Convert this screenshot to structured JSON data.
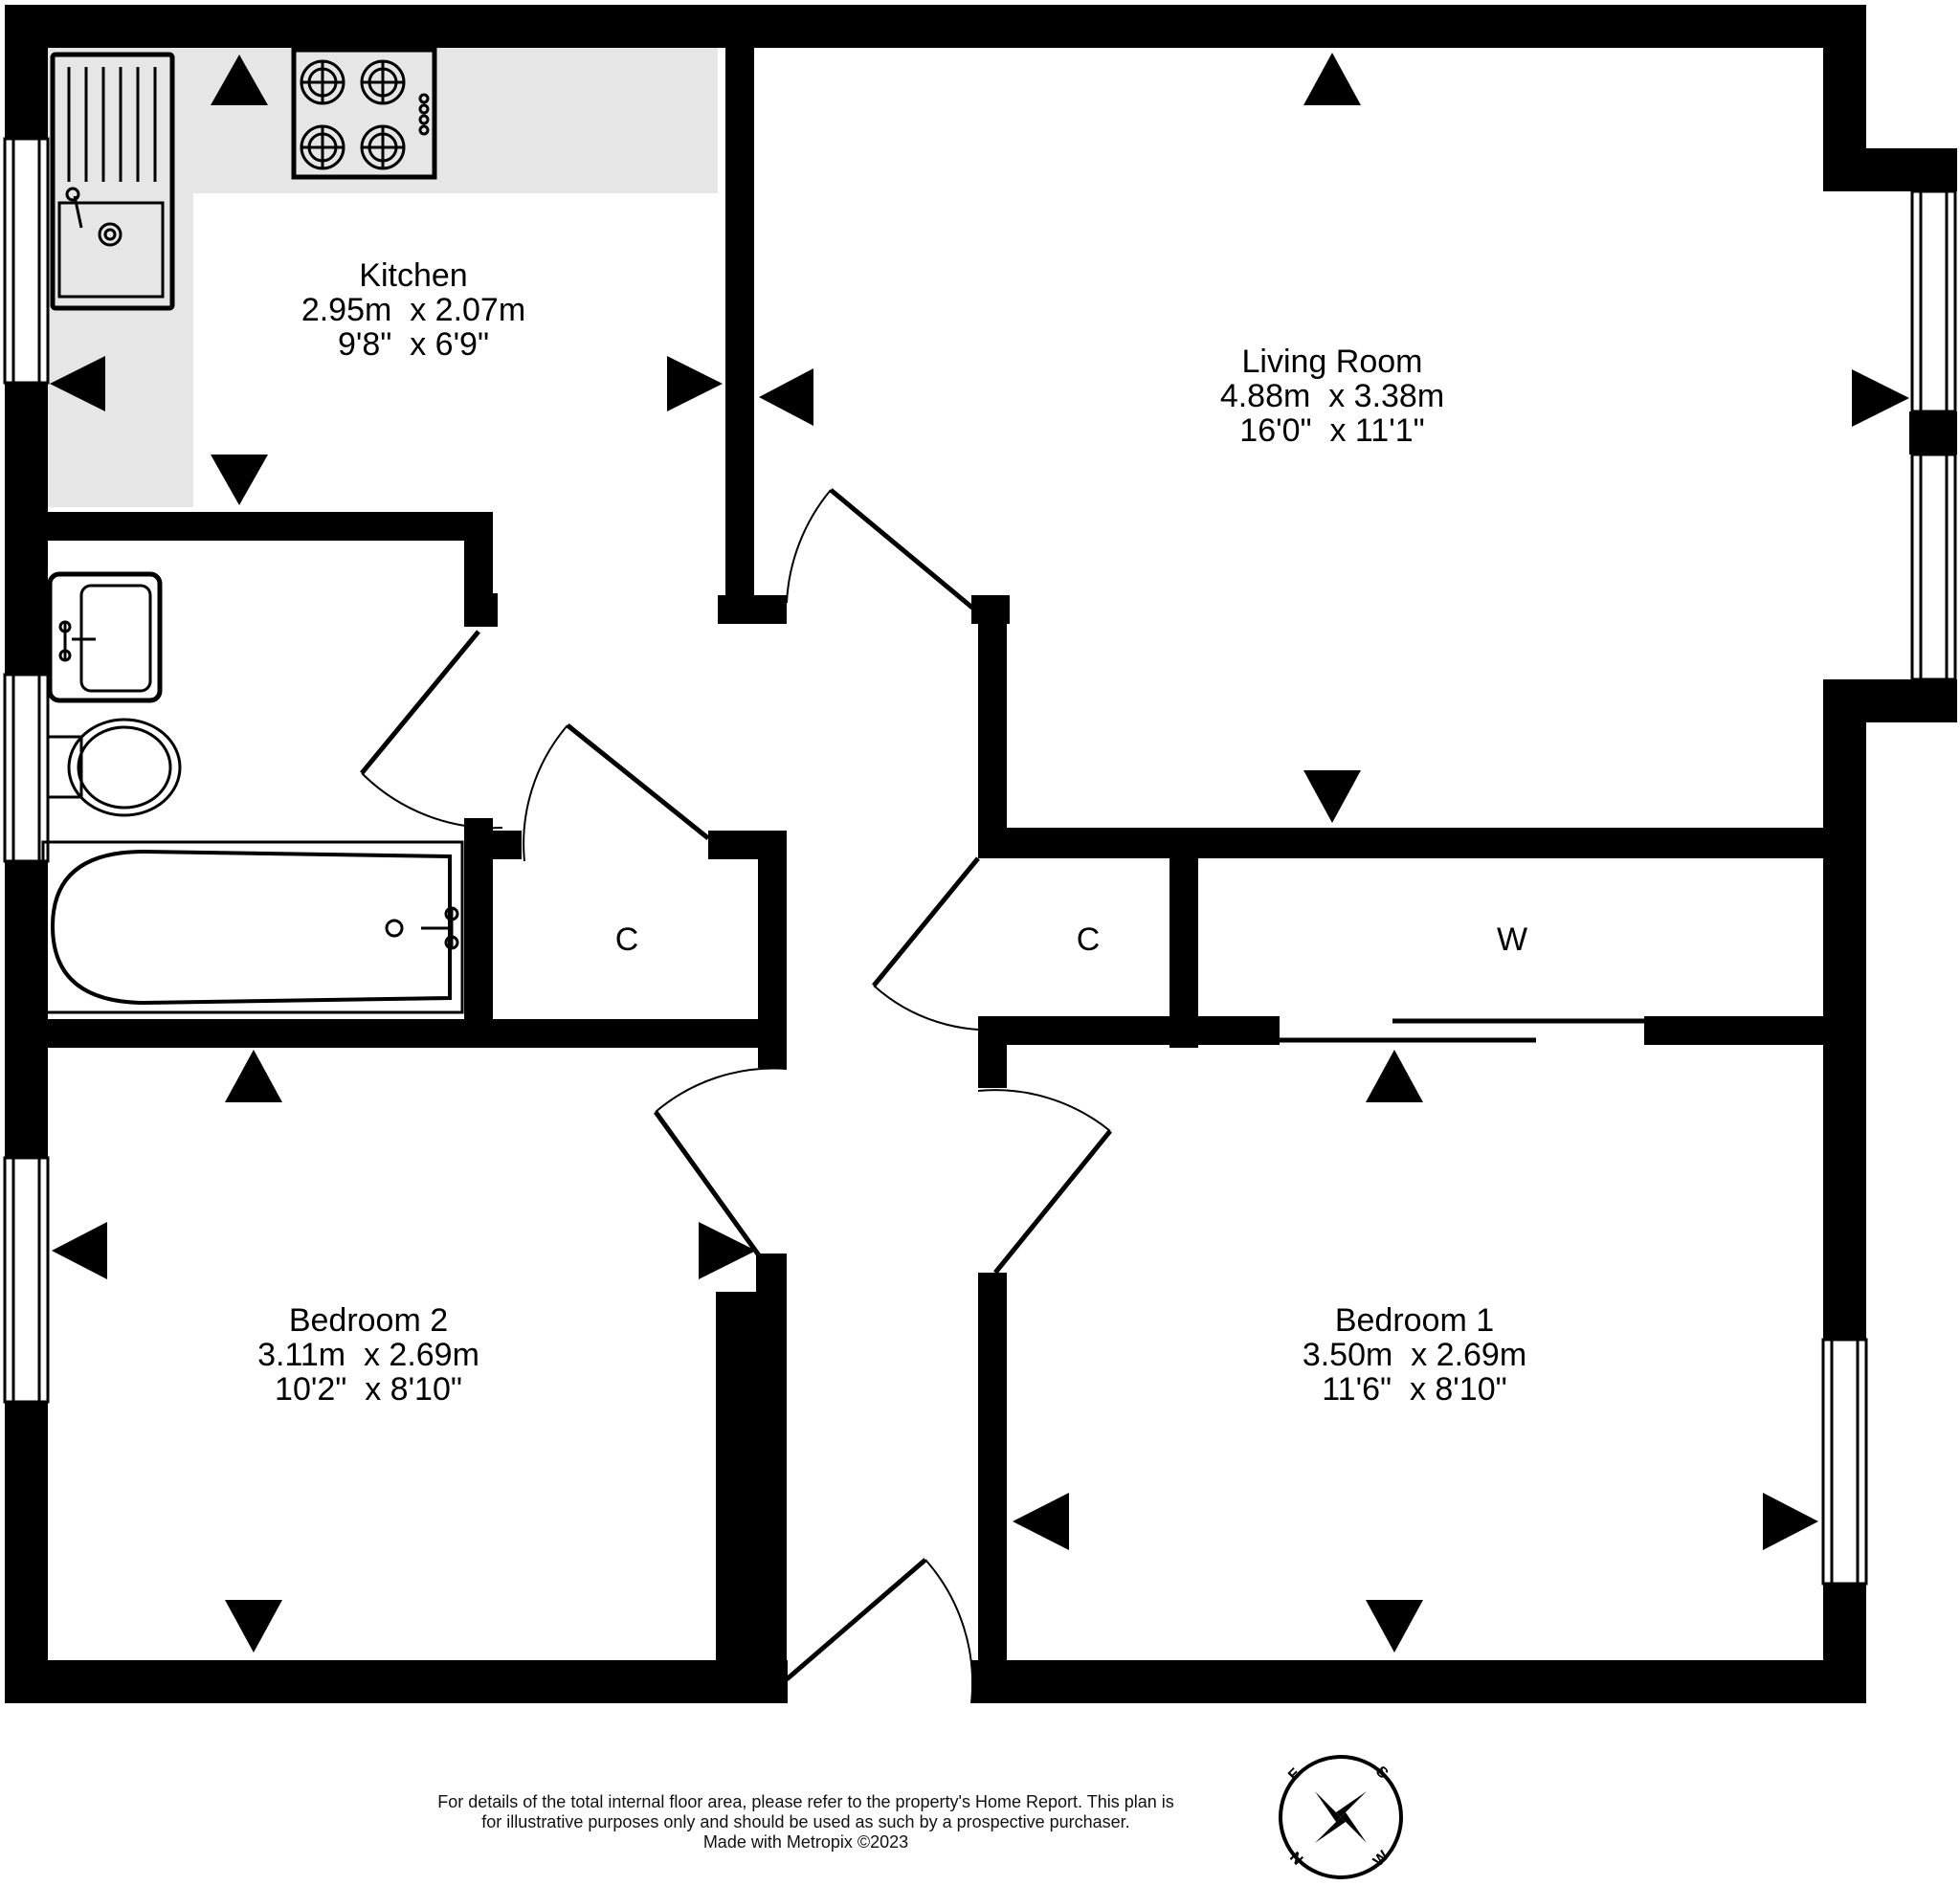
{
  "rooms": {
    "kitchen": {
      "name": "Kitchen",
      "metric": "2.95m  x 2.07m",
      "imperial": "9'8\"  x 6'9\""
    },
    "living_room": {
      "name": "Living Room",
      "metric": "4.88m  x 3.38m",
      "imperial": "16'0\"  x 11'1\""
    },
    "bedroom_2": {
      "name": "Bedroom 2",
      "metric": "3.11m  x 2.69m",
      "imperial": "10'2\"  x 8'10\""
    },
    "bedroom_1": {
      "name": "Bedroom 1",
      "metric": "3.50m  x 2.69m",
      "imperial": "11'6\"  x 8'10\""
    }
  },
  "cupboards": {
    "c1": "C",
    "c2": "C",
    "wardrobe": "W"
  },
  "footer": {
    "line1": "For details of the total internal floor area, please refer to the property's Home Report. This plan is",
    "line2": "for illustrative purposes only and should be used as such by a prospective purchaser.",
    "line3": "Made with Metropix ©2023"
  },
  "compass": {
    "n": "N",
    "e": "E",
    "s": "S",
    "w": "W"
  },
  "colors": {
    "wall": "#000000",
    "worktop": "#e6e6e6",
    "background": "#ffffff"
  }
}
